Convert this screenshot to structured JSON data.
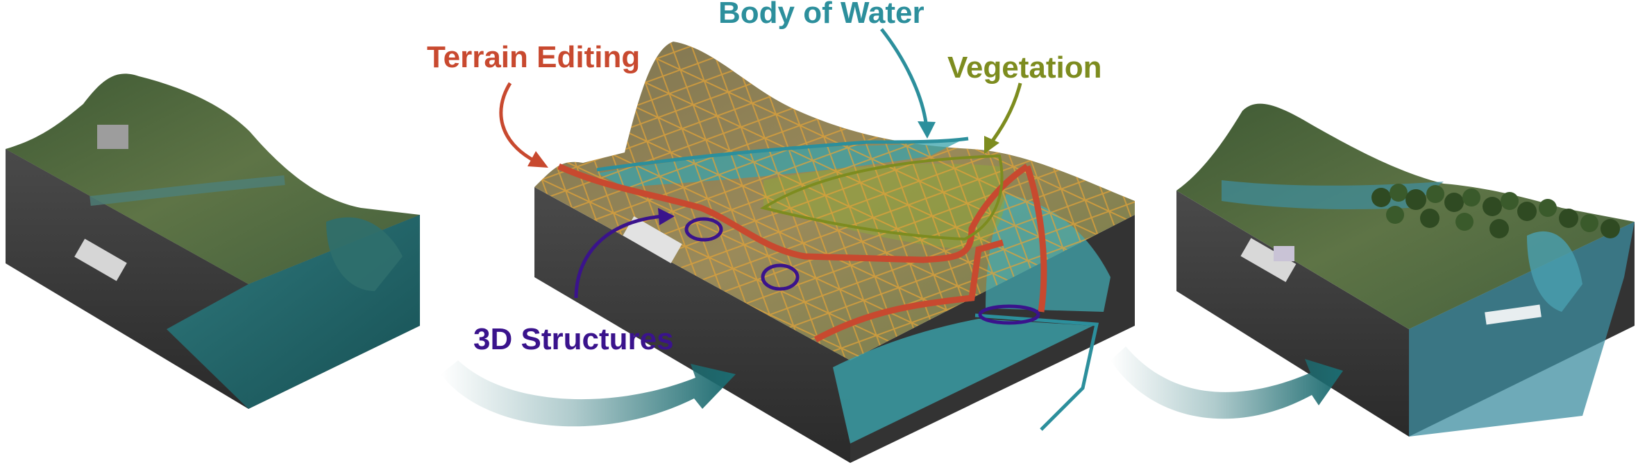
{
  "labels": {
    "terrain_editing": "Terrain Editing",
    "body_of_water": "Body of Water",
    "vegetation": "Vegetation",
    "structures_3d": "3D Structures"
  },
  "colors": {
    "terrain_editing": "#c8492f",
    "body_of_water": "#2c8f9c",
    "vegetation": "#7d8c1f",
    "structures_3d": "#3a138c",
    "transition_arrow": "#1c6b70",
    "terrain_side": "#3b3b3b",
    "wireframe": "#e0a23a",
    "water": "#1f6d74"
  },
  "icons": {
    "transition_arrow_1": "curved-arrow-right-icon",
    "transition_arrow_2": "curved-arrow-right-icon"
  }
}
